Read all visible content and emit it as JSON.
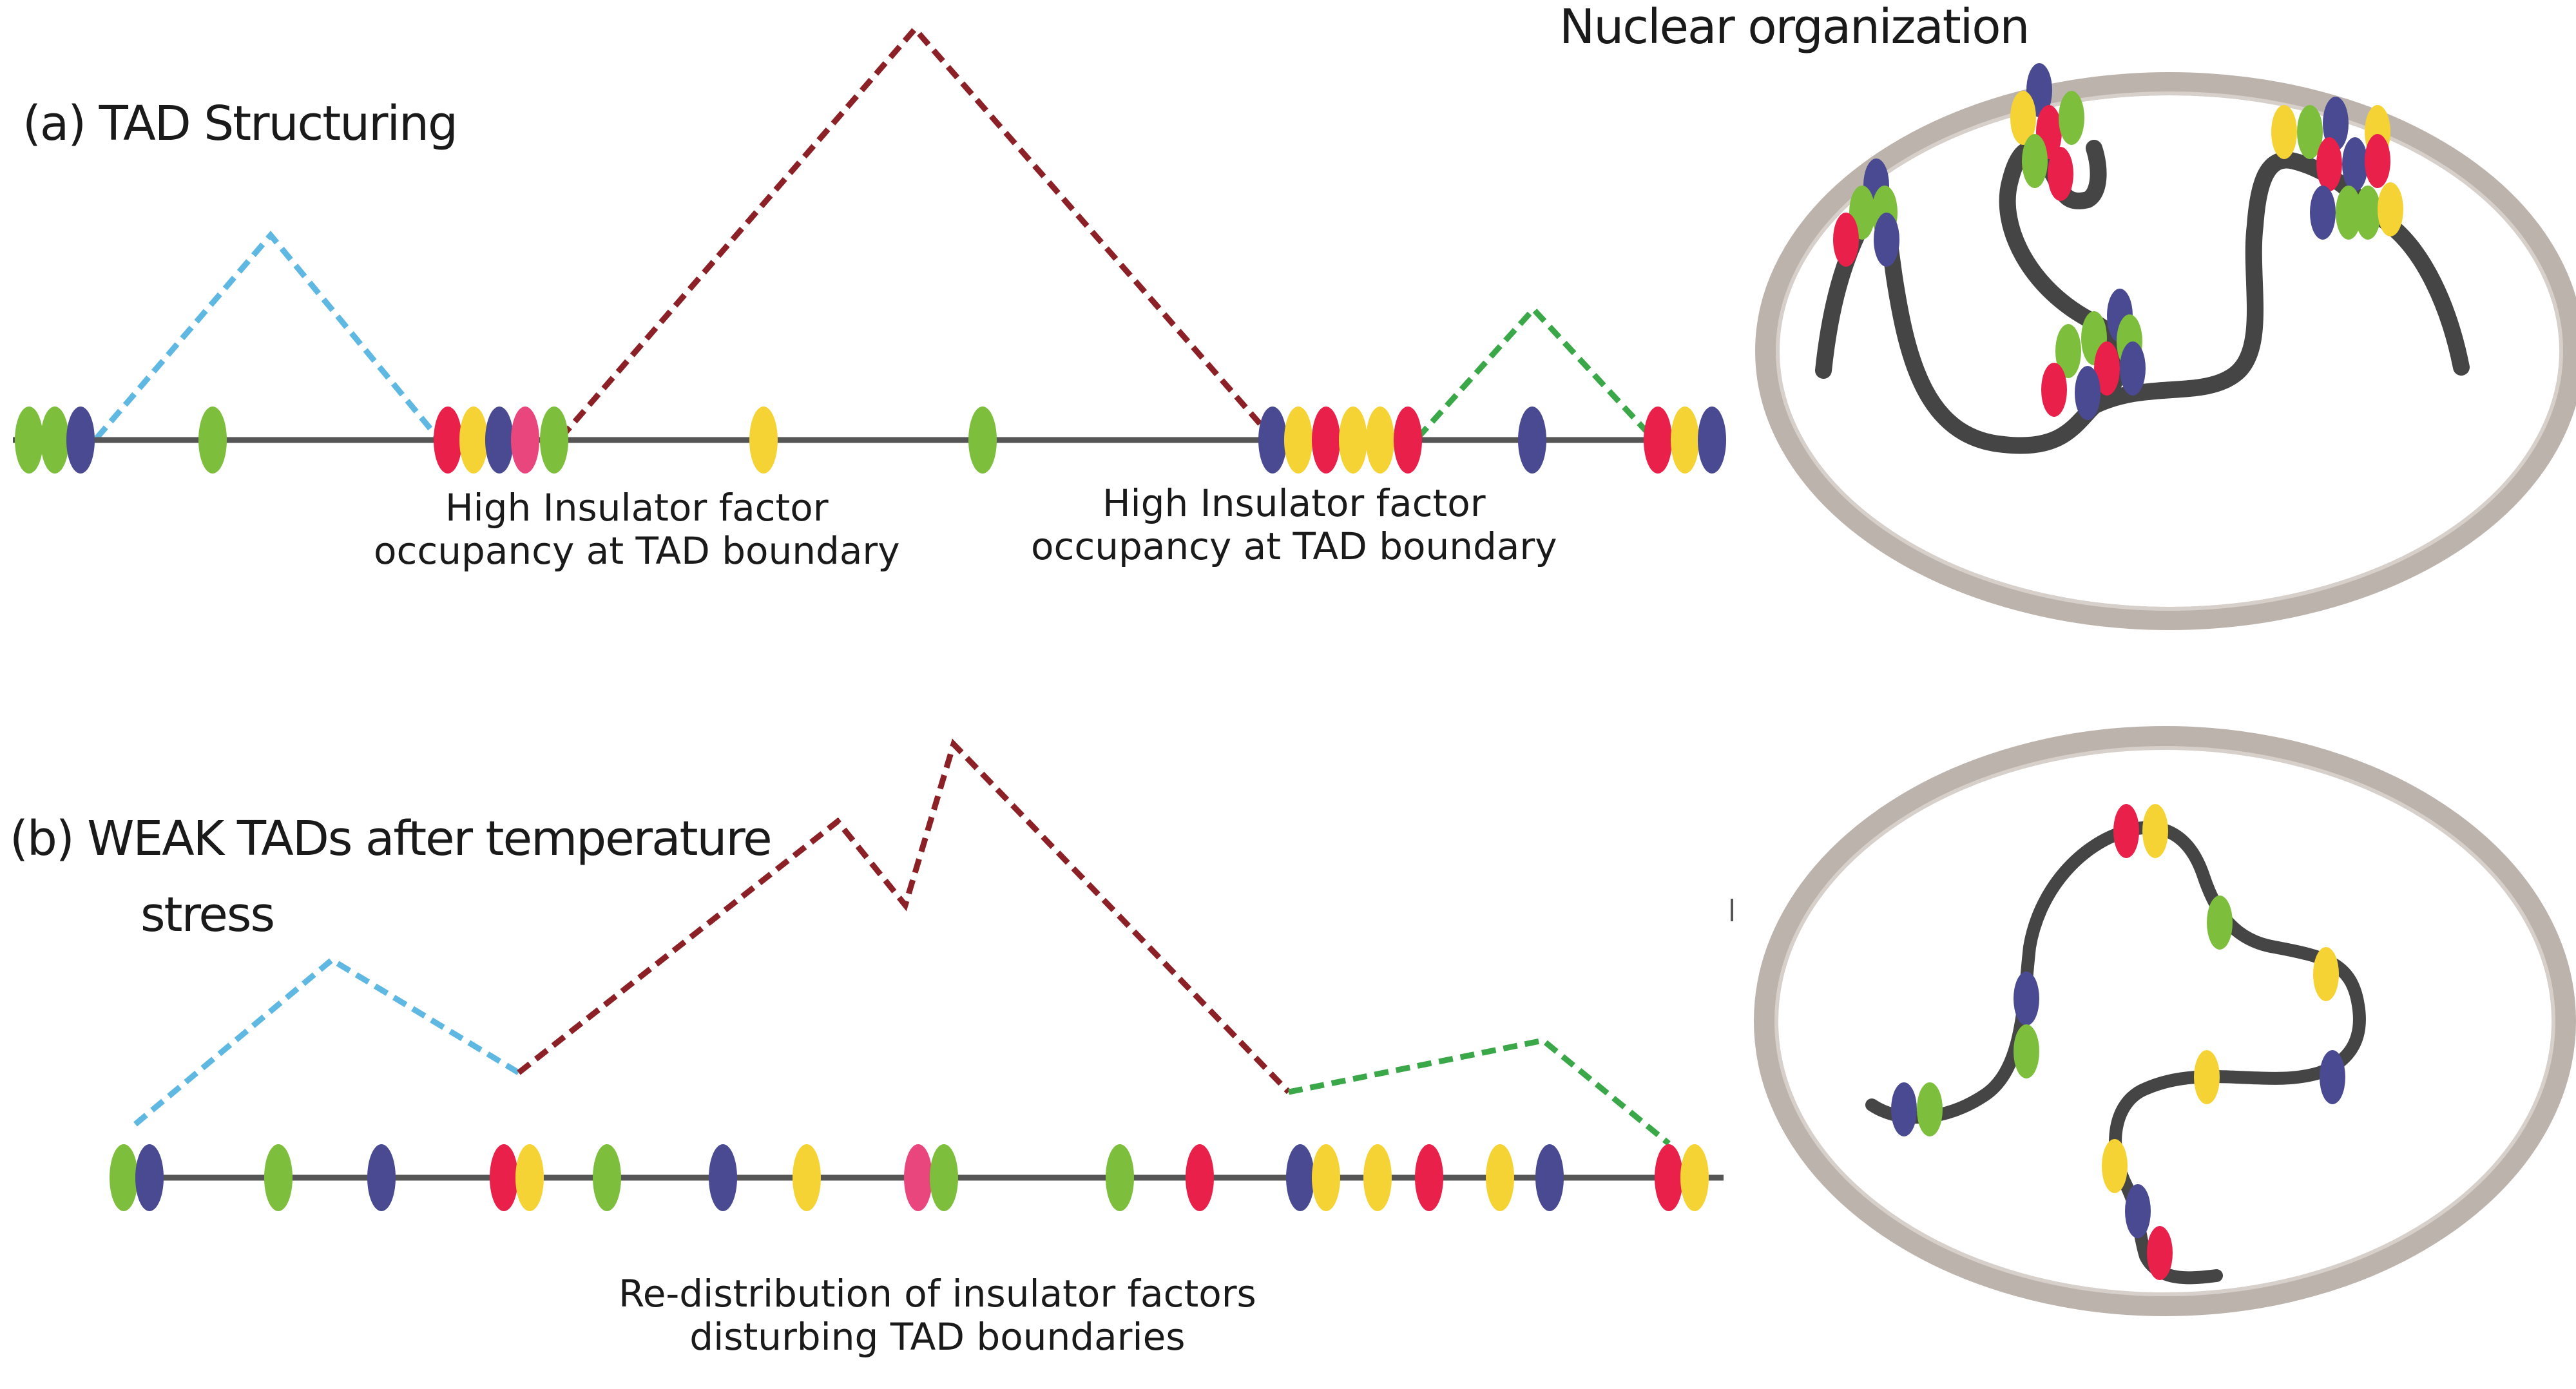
{
  "colors": {
    "green": "#7dbe3c",
    "blue": "#4a4a92",
    "red": "#e8204a",
    "yellow": "#f6d335",
    "pink": "#e9467e",
    "line": "#555555",
    "tad_small": "#5fb8e2",
    "tad_large": "#8b2127",
    "tad_right": "#3aa748",
    "nucleus": "#bdb3ad",
    "chromatin": "#454545"
  },
  "panel_a": {
    "label": "(a) TAD Structuring",
    "boundary_1": [
      "High Insulator  factor",
      "occupancy at TAD boundary"
    ],
    "boundary_2": [
      "High Insulator  factor",
      "occupancy at TAD boundary"
    ]
  },
  "panel_b": {
    "label_line1": "(b)  WEAK TADs after temperature",
    "label_line2": "stress",
    "caption": [
      "Re-distribution of insulator factors",
      "disturbing TAD boundaries"
    ]
  },
  "nucleus": {
    "title": "Nuclear organization"
  }
}
